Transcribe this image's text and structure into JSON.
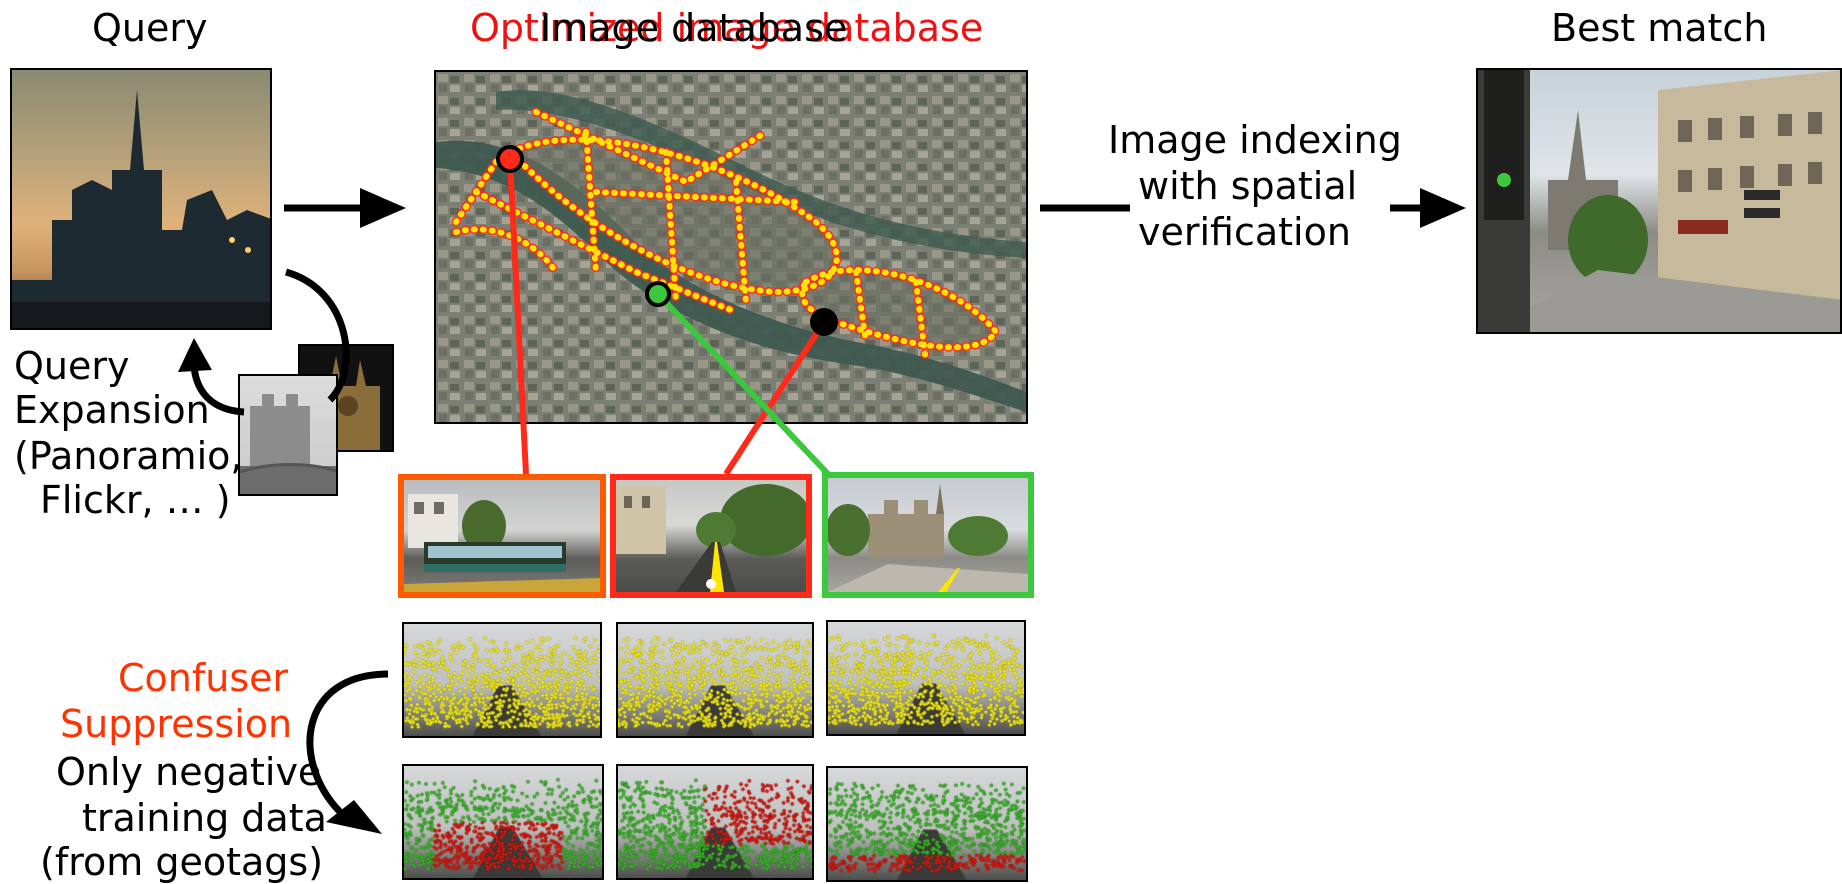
{
  "labels": {
    "query": "Query",
    "optimized_db": "Optimized image database",
    "image_db": "Image database",
    "best_match": "Best match",
    "indexing": [
      "Image indexing",
      "with spatial",
      "verification"
    ],
    "query_expansion": [
      "Query",
      "Expansion",
      "(Panoramio,",
      "Flickr, … )"
    ],
    "confuser": [
      "Confuser",
      "Suppression"
    ],
    "negative": [
      "Only negative",
      "training data",
      "(from geotags)"
    ]
  },
  "colors": {
    "title_red": "#ee1111",
    "confuser_red": "#ff3300",
    "frame_orange": "#ff5a00",
    "frame_red": "#ff2a1a",
    "frame_green": "#3cc83c",
    "marker_red": "#ff2a1a",
    "marker_green": "#3cc83c",
    "route_yellow": "#ffe600"
  },
  "images": {
    "query_photo": "sunset-cathedral-photo",
    "expansion_photos": [
      "night-cathedral-photo",
      "foggy-cathedral-photo"
    ],
    "map": "aerial-map-with-routes",
    "best_match_photo": "street-view-cathedral-photo",
    "streetviews": [
      "bus-street-view",
      "avenue-street-view",
      "cathedral-street-view"
    ],
    "feature_rows": [
      "yellow-feature-points",
      "red-green-feature-points"
    ]
  }
}
